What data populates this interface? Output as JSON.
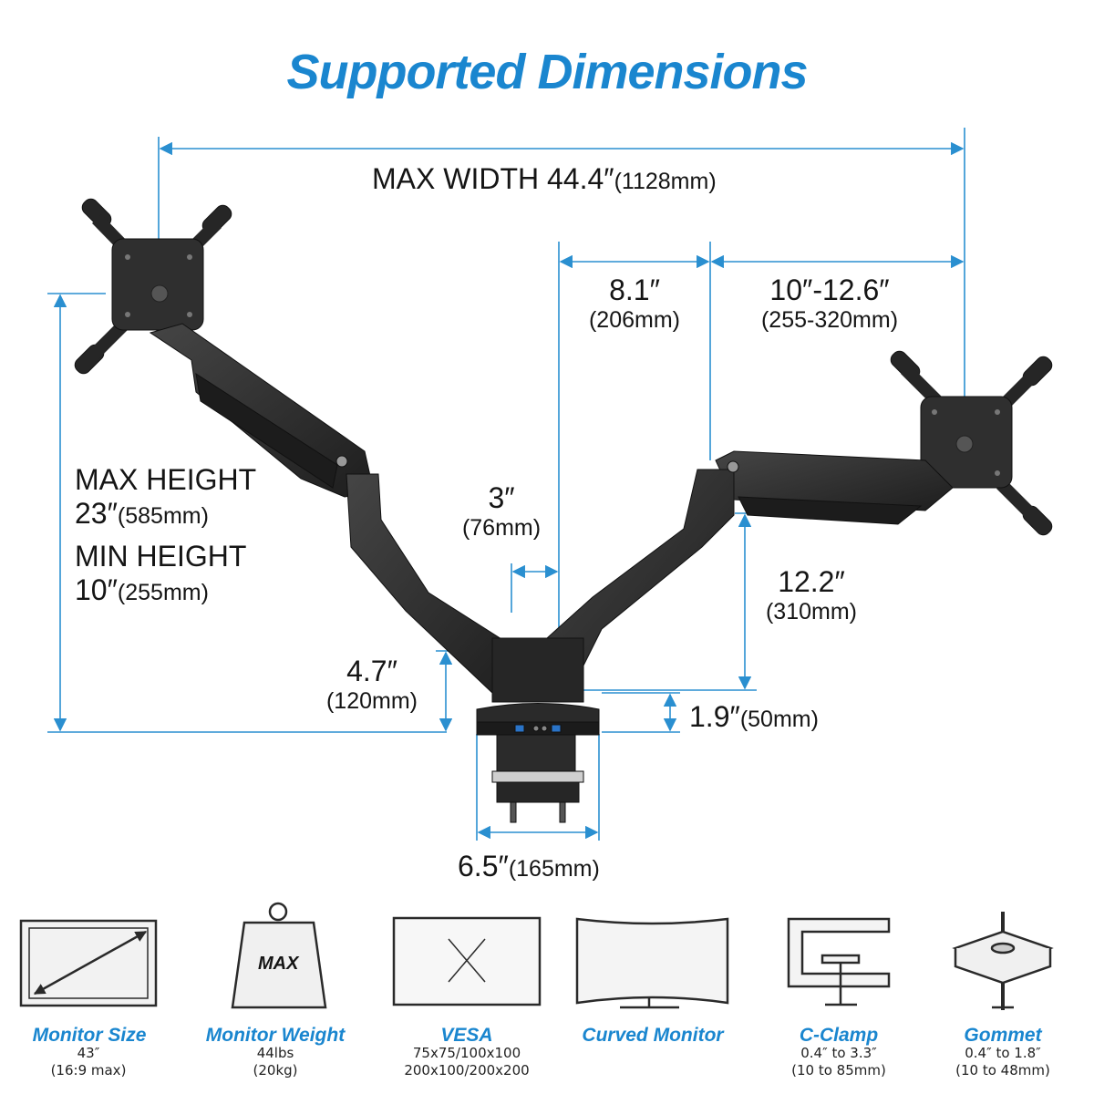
{
  "title": "Supported Dimensions",
  "colors": {
    "accent": "#1a86cf",
    "arm": "#2b2b2b",
    "dim_line": "#2a8fd0"
  },
  "dimensions": {
    "max_width": {
      "main": "MAX WIDTH 44.4″",
      "unit": "(1128mm)"
    },
    "arm_upper": {
      "main": "8.1″",
      "unit": "(206mm)"
    },
    "arm_extend": {
      "main": "10″-12.6″",
      "unit": "(255-320mm)"
    },
    "max_height": {
      "line1": "MAX HEIGHT",
      "main": "23″",
      "unit": "(585mm)"
    },
    "min_height": {
      "line1": "MIN HEIGHT",
      "main": "10″",
      "unit": "(255mm)"
    },
    "pole_gap": {
      "main": "3″",
      "unit": "(76mm)"
    },
    "arm_height": {
      "main": "12.2″",
      "unit": "(310mm)"
    },
    "base_height": {
      "main": "4.7″",
      "unit": "(120mm)"
    },
    "clamp_height": {
      "main": "1.9″",
      "unit": "(50mm)"
    },
    "base_width": {
      "main": "6.5″",
      "unit": "(165mm)"
    }
  },
  "features": [
    {
      "name": "Monitor Size",
      "icon": "monitor-size-icon",
      "line1": "43″",
      "line2": "(16:9 max)"
    },
    {
      "name": "Monitor Weight",
      "icon": "weight-icon",
      "line1": "44lbs",
      "line2": "(20kg)",
      "icon_text": "MAX"
    },
    {
      "name": "VESA",
      "icon": "vesa-icon",
      "line1": "75x75/100x100",
      "line2": "200x100/200x200"
    },
    {
      "name": "Curved Monitor",
      "icon": "curved-monitor-icon",
      "line1": "",
      "line2": ""
    },
    {
      "name": "C-Clamp",
      "icon": "c-clamp-icon",
      "line1": "0.4″ to 3.3″",
      "line2": "(10 to 85mm)"
    },
    {
      "name": "Gommet",
      "icon": "grommet-icon",
      "line1": "0.4″ to 1.8″",
      "line2": "(10 to 48mm)"
    }
  ]
}
